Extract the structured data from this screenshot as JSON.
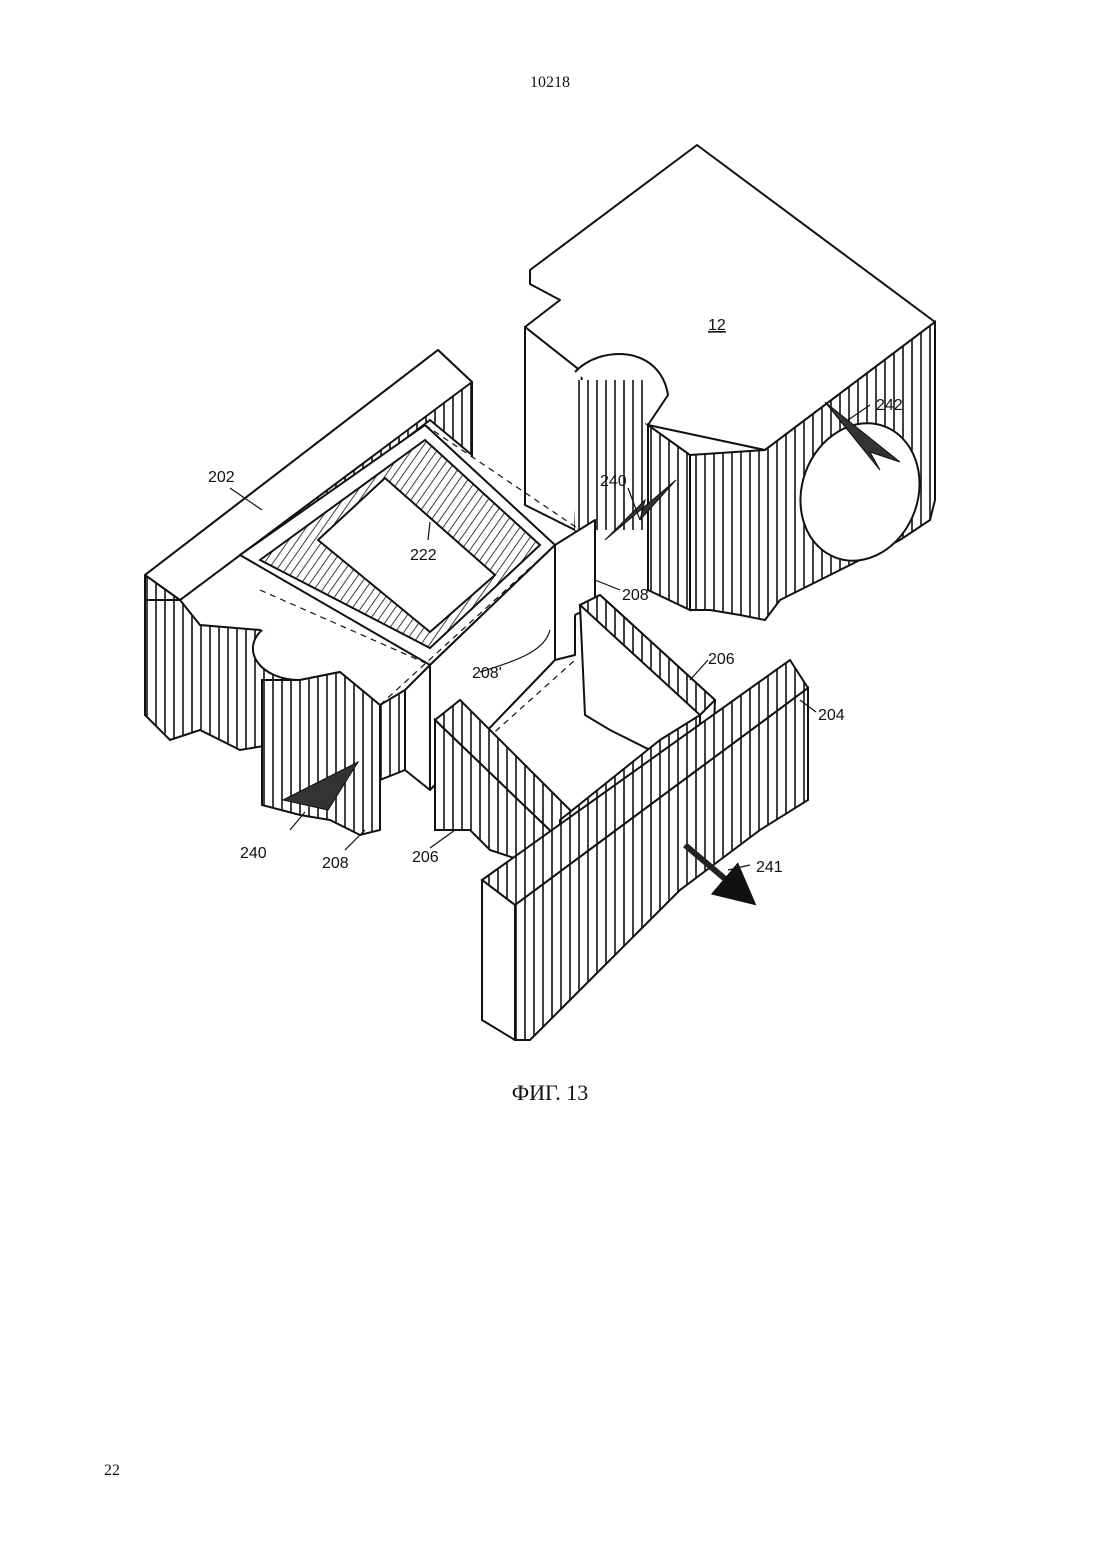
{
  "header": {
    "doc_number": "10218"
  },
  "figure": {
    "caption": "ФИГ. 13",
    "labels": {
      "l12": "12",
      "l202": "202",
      "l222": "222",
      "l240a": "240",
      "l240b": "240",
      "l242": "242",
      "l208a": "208",
      "l208b": "208'",
      "l208c": "208",
      "l206a": "206",
      "l206b": "206",
      "l204": "204",
      "l241": "241"
    }
  },
  "footer": {
    "page_number": "22"
  }
}
